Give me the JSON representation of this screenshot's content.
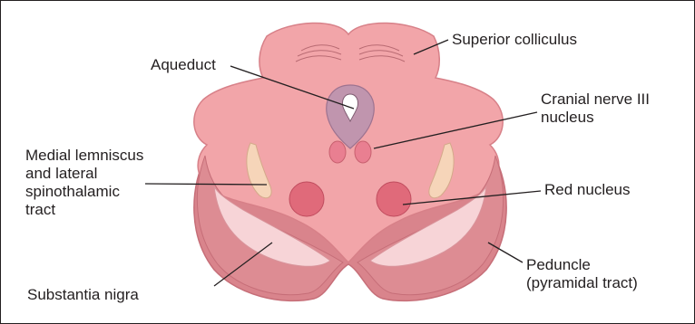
{
  "labels": {
    "superior_colliculus": "Superior colliculus",
    "aqueduct": "Aqueduct",
    "cranial_nerve_iii": [
      "Cranial nerve III",
      "nucleus"
    ],
    "medial_lemniscus": [
      "Medial lemniscus",
      "and lateral",
      "spinothalamic",
      "tract"
    ],
    "red_nucleus": "Red nucleus",
    "peduncle": [
      "Peduncle",
      "(pyramidal tract)"
    ],
    "substantia_nigra": "Substantia nigra"
  },
  "colors": {
    "tissue": "#f2a5a9",
    "tissue_dark": "#d78088",
    "peduncle": "#dd8c93",
    "substantia_nigra": "#f7d4d7",
    "aqueduct_area": "#c095ae",
    "red_nucleus": "#e06a7a",
    "cn3_nucleus": "#e97f91",
    "lemniscus": "#f6d5b9",
    "leader_line": "#231f20"
  }
}
